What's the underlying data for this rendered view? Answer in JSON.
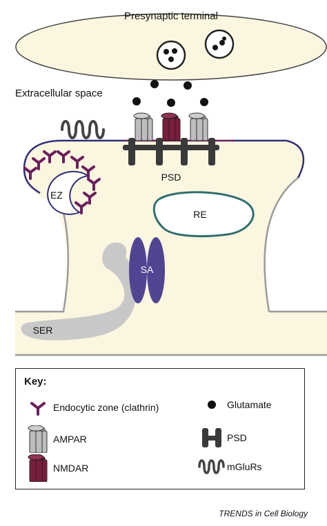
{
  "labels": {
    "presynaptic": "Presynaptic terminal",
    "extracellular": "Extracellular space",
    "psd": "PSD",
    "ez": "EZ",
    "re": "RE",
    "sa": "SA",
    "ser": "SER"
  },
  "key": {
    "title": "Key:",
    "items": {
      "endocytic": "Endocytic zone (clathrin)",
      "glutamate": "Glutamate",
      "ampar": "AMPAR",
      "psd": "PSD",
      "nmdar": "NMDAR",
      "mglurs": "mGluRs"
    }
  },
  "footer": "TRENDS in Cell Biology",
  "colors": {
    "cytoplasm": "#fbf6e0",
    "membrane_blue": "#2e2e7a",
    "membrane_purple": "#6b1f5e",
    "clathrin": "#6b1f5e",
    "nmdar": "#7a1d3c",
    "ampar": "#a9a9a9",
    "psd": "#3a3a3a",
    "re_border": "#2f6f6e",
    "sa": "#4f4592",
    "ser": "#c8c8c8"
  }
}
